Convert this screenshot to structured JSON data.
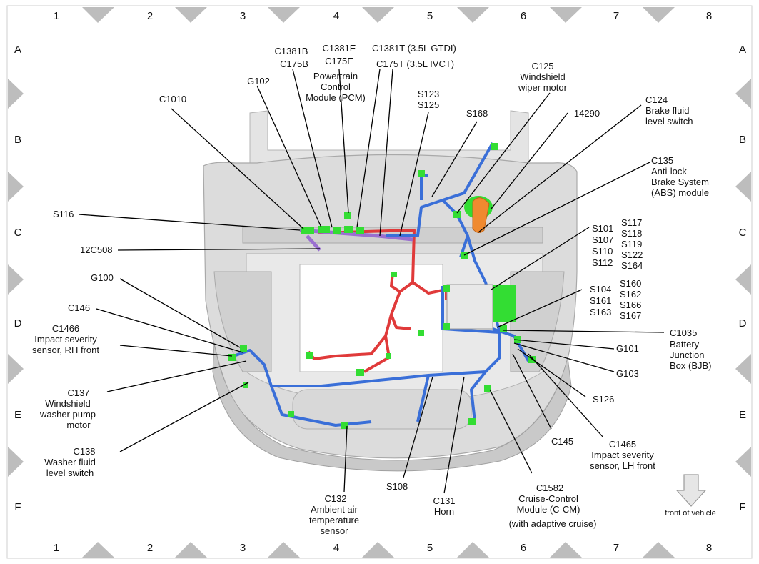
{
  "grid": {
    "columns": [
      "1",
      "2",
      "3",
      "4",
      "5",
      "6",
      "7",
      "8"
    ],
    "rows": [
      "A",
      "B",
      "C",
      "D",
      "E",
      "F"
    ]
  },
  "labels": {
    "c1010": "C1010",
    "g102": "G102",
    "c1381b": "C1381B",
    "c175b": "C175B",
    "c1381e": "C1381E",
    "c175e": "C175E",
    "pcm_l1": "Powertrain",
    "pcm_l2": "Control",
    "pcm_l3": "Module (PCM)",
    "c1381t": "C1381T (3.5L GTDI)",
    "c175t": "C175T (3.5L IVCT)",
    "s123": "S123",
    "s125": "S125",
    "s168": "S168",
    "c125": "C125",
    "wiper_l1": "Windshield",
    "wiper_l2": "wiper motor",
    "n14290": "14290",
    "c124": "C124",
    "brake_l1": "Brake fluid",
    "brake_l2": "level switch",
    "c135": "C135",
    "abs_l1": "Anti-lock",
    "abs_l2": "Brake System",
    "abs_l3": "(ABS) module",
    "s116": "S116",
    "c12c508": "12C508",
    "s101": "S101",
    "s107": "S107",
    "s110": "S110",
    "s112": "S112",
    "s117": "S117",
    "s118": "S118",
    "s119": "S119",
    "s122": "S122",
    "s164": "S164",
    "g100": "G100",
    "s104": "S104",
    "s161": "S161",
    "s163": "S163",
    "s160": "S160",
    "s162": "S162",
    "s166": "S166",
    "s167": "S167",
    "c146": "C146",
    "c1466": "C1466",
    "rh_l1": "Impact severity",
    "rh_l2": "sensor, RH front",
    "c1035": "C1035",
    "bjb_l1": "Battery",
    "bjb_l2": "Junction",
    "bjb_l3": "Box (BJB)",
    "g101": "G101",
    "g103": "G103",
    "c137": "C137",
    "washer_pump_l1": "Windshield",
    "washer_pump_l2": "washer pump",
    "washer_pump_l3": "motor",
    "s126": "S126",
    "c138": "C138",
    "washer_fluid_l1": "Washer fluid",
    "washer_fluid_l2": "level switch",
    "c145": "C145",
    "c1465": "C1465",
    "lh_l1": "Impact severity",
    "lh_l2": "sensor, LH front",
    "s108": "S108",
    "c131": "C131",
    "horn": "Horn",
    "c132": "C132",
    "amb_l1": "Ambient air",
    "amb_l2": "temperature",
    "amb_l3": "sensor",
    "c1582": "C1582",
    "ccm_l1": "Cruise-Control",
    "ccm_l2": "Module (C-CM)",
    "ccm_l3": "(with adaptive cruise)",
    "front": "front of vehicle"
  },
  "colors": {
    "harness_blue": "#3a6fd8",
    "harness_red": "#e03a3a",
    "harness_purple": "#9a6fd0",
    "connector_green": "#33dd33",
    "module_orange": "#f08a30",
    "body_gray": "#d4d4d4",
    "border_triangle": "#bdbdbd"
  }
}
